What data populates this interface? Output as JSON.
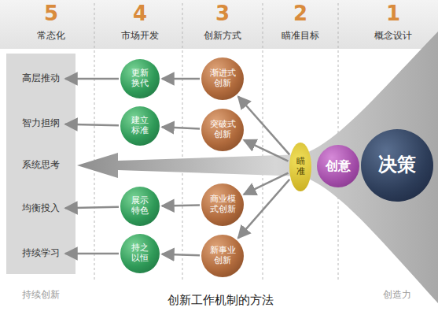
{
  "diagram": {
    "caption": "创新工作机制的方法",
    "nodes": [
      {
        "text": [
          "高层推动"
        ]
      },
      {
        "text": [
          "智力担纲"
        ]
      },
      {
        "text": [
          "系统思考"
        ]
      },
      {
        "text": [
          "均衡投入"
        ]
      },
      {
        "text": [
          "持续学习"
        ]
      },
      {
        "text": [
          "更新换代"
        ]
      },
      {
        "text": [
          "建立标准"
        ]
      },
      {
        "text": [
          "展示特色"
        ]
      },
      {
        "text": [
          "持之以恒"
        ]
      },
      {
        "text": [
          "渐进式创新"
        ]
      },
      {
        "text": [
          "突破式创新"
        ]
      },
      {
        "text": [
          "商业模式创新"
        ]
      },
      {
        "text": [
          "新事业创新"
        ]
      },
      {
        "text": [
          "瞄准"
        ]
      },
      {
        "text": [
          "创意"
        ]
      },
      {
        "text": [
          "决策"
        ]
      }
    ],
    "edges": [
      {
        "from": 13,
        "to": 9,
        "arrow": "to"
      },
      {
        "from": 13,
        "to": 10,
        "arrow": "to"
      },
      {
        "from": 13,
        "to": 11,
        "arrow": "to"
      },
      {
        "from": 13,
        "to": 12,
        "arrow": "to"
      },
      {
        "from": 9,
        "to": 5,
        "arrow": "to"
      },
      {
        "from": 10,
        "to": 6,
        "arrow": "to"
      },
      {
        "from": 11,
        "to": 7,
        "arrow": "to"
      },
      {
        "from": 12,
        "to": 8,
        "arrow": "to"
      },
      {
        "from": 5,
        "to": 0,
        "arrow": "to"
      },
      {
        "from": 6,
        "to": 1,
        "arrow": "to"
      },
      {
        "from": 7,
        "to": 3,
        "arrow": "to"
      },
      {
        "from": 8,
        "to": 4,
        "arrow": "to"
      }
    ],
    "labels": [
      "5",
      "常态化",
      "4",
      "市场开发",
      "3",
      "创新方式",
      "2",
      "瞄准目标",
      "1",
      "概念设计",
      "持续创新",
      "创造力"
    ]
  }
}
